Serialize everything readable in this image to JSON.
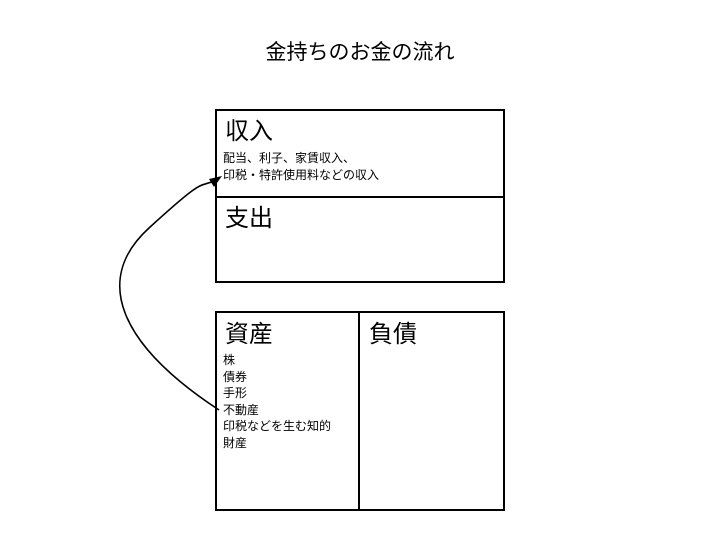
{
  "title": "金持ちのお金の流れ",
  "income": {
    "heading": "収入",
    "detail_line1": "配当、利子、家賃収入、",
    "detail_line2": "印税・特許使用料などの収入"
  },
  "expense": {
    "heading": "支出"
  },
  "assets": {
    "heading": "資産",
    "items": [
      "株",
      "債券",
      "手形",
      "不動産",
      "印税などを生む知的",
      "財産"
    ]
  },
  "liabilities": {
    "heading": "負債"
  },
  "arrow": {
    "from": "assets",
    "to": "income"
  }
}
